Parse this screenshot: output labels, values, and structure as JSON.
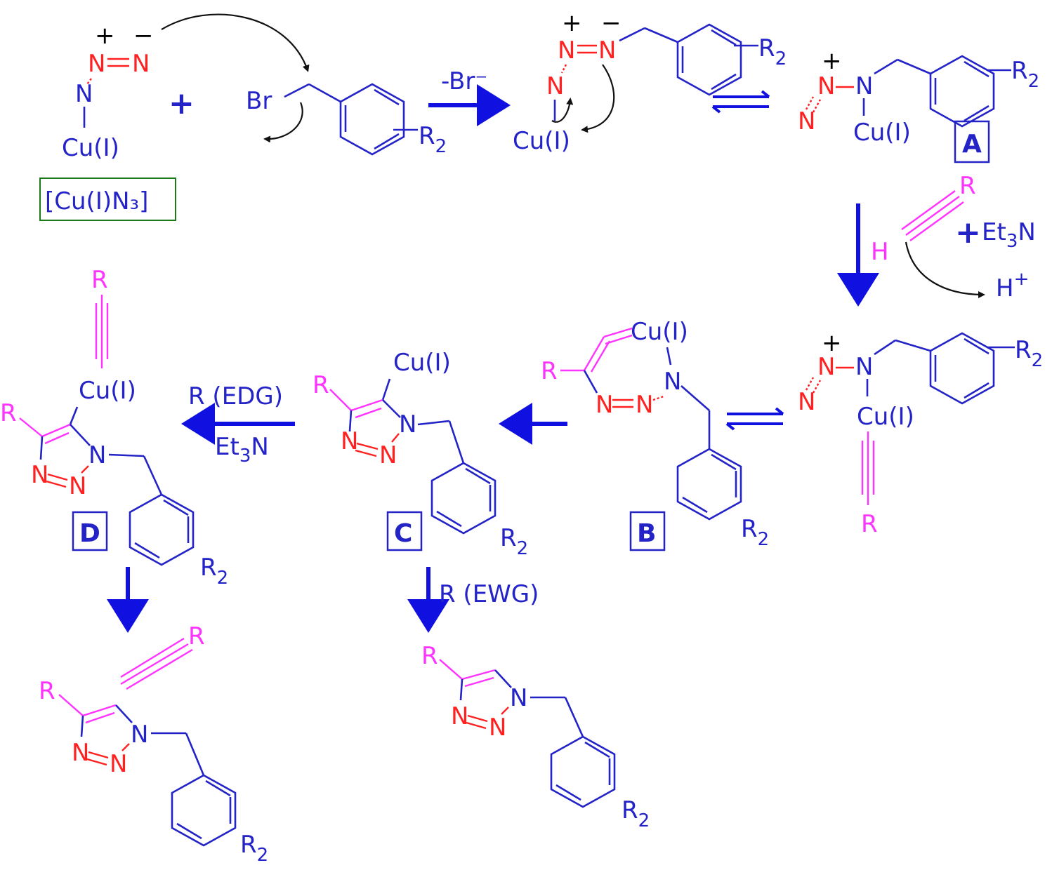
{
  "reagent_box": "[Cu(I)N₃]",
  "labels": {
    "A": "A",
    "B": "B",
    "C": "C",
    "D": "D"
  },
  "step_labels": {
    "bromide_loss": "-Br⁻",
    "alkyne_plus": "+",
    "base": "Et₃N",
    "proton": "H⁺",
    "edg_condition": "R (EDG)",
    "edg_base": "Et₃N",
    "ewg_condition": "R (EWG)"
  },
  "atoms": {
    "copper": "Cu(I)",
    "nitrogen": "N",
    "bromine": "Br",
    "substituent": "R",
    "hydrogen": "H",
    "ring_substituent": "R₂",
    "plus_charge": "+",
    "minus_charge": "−",
    "plus_sign": "+"
  },
  "colors": {
    "blue": "#2323c8",
    "red": "#ff2020",
    "magenta": "#ff33ff",
    "box_green": "#1a7a1a",
    "arrow_blue": "#1010e0"
  }
}
